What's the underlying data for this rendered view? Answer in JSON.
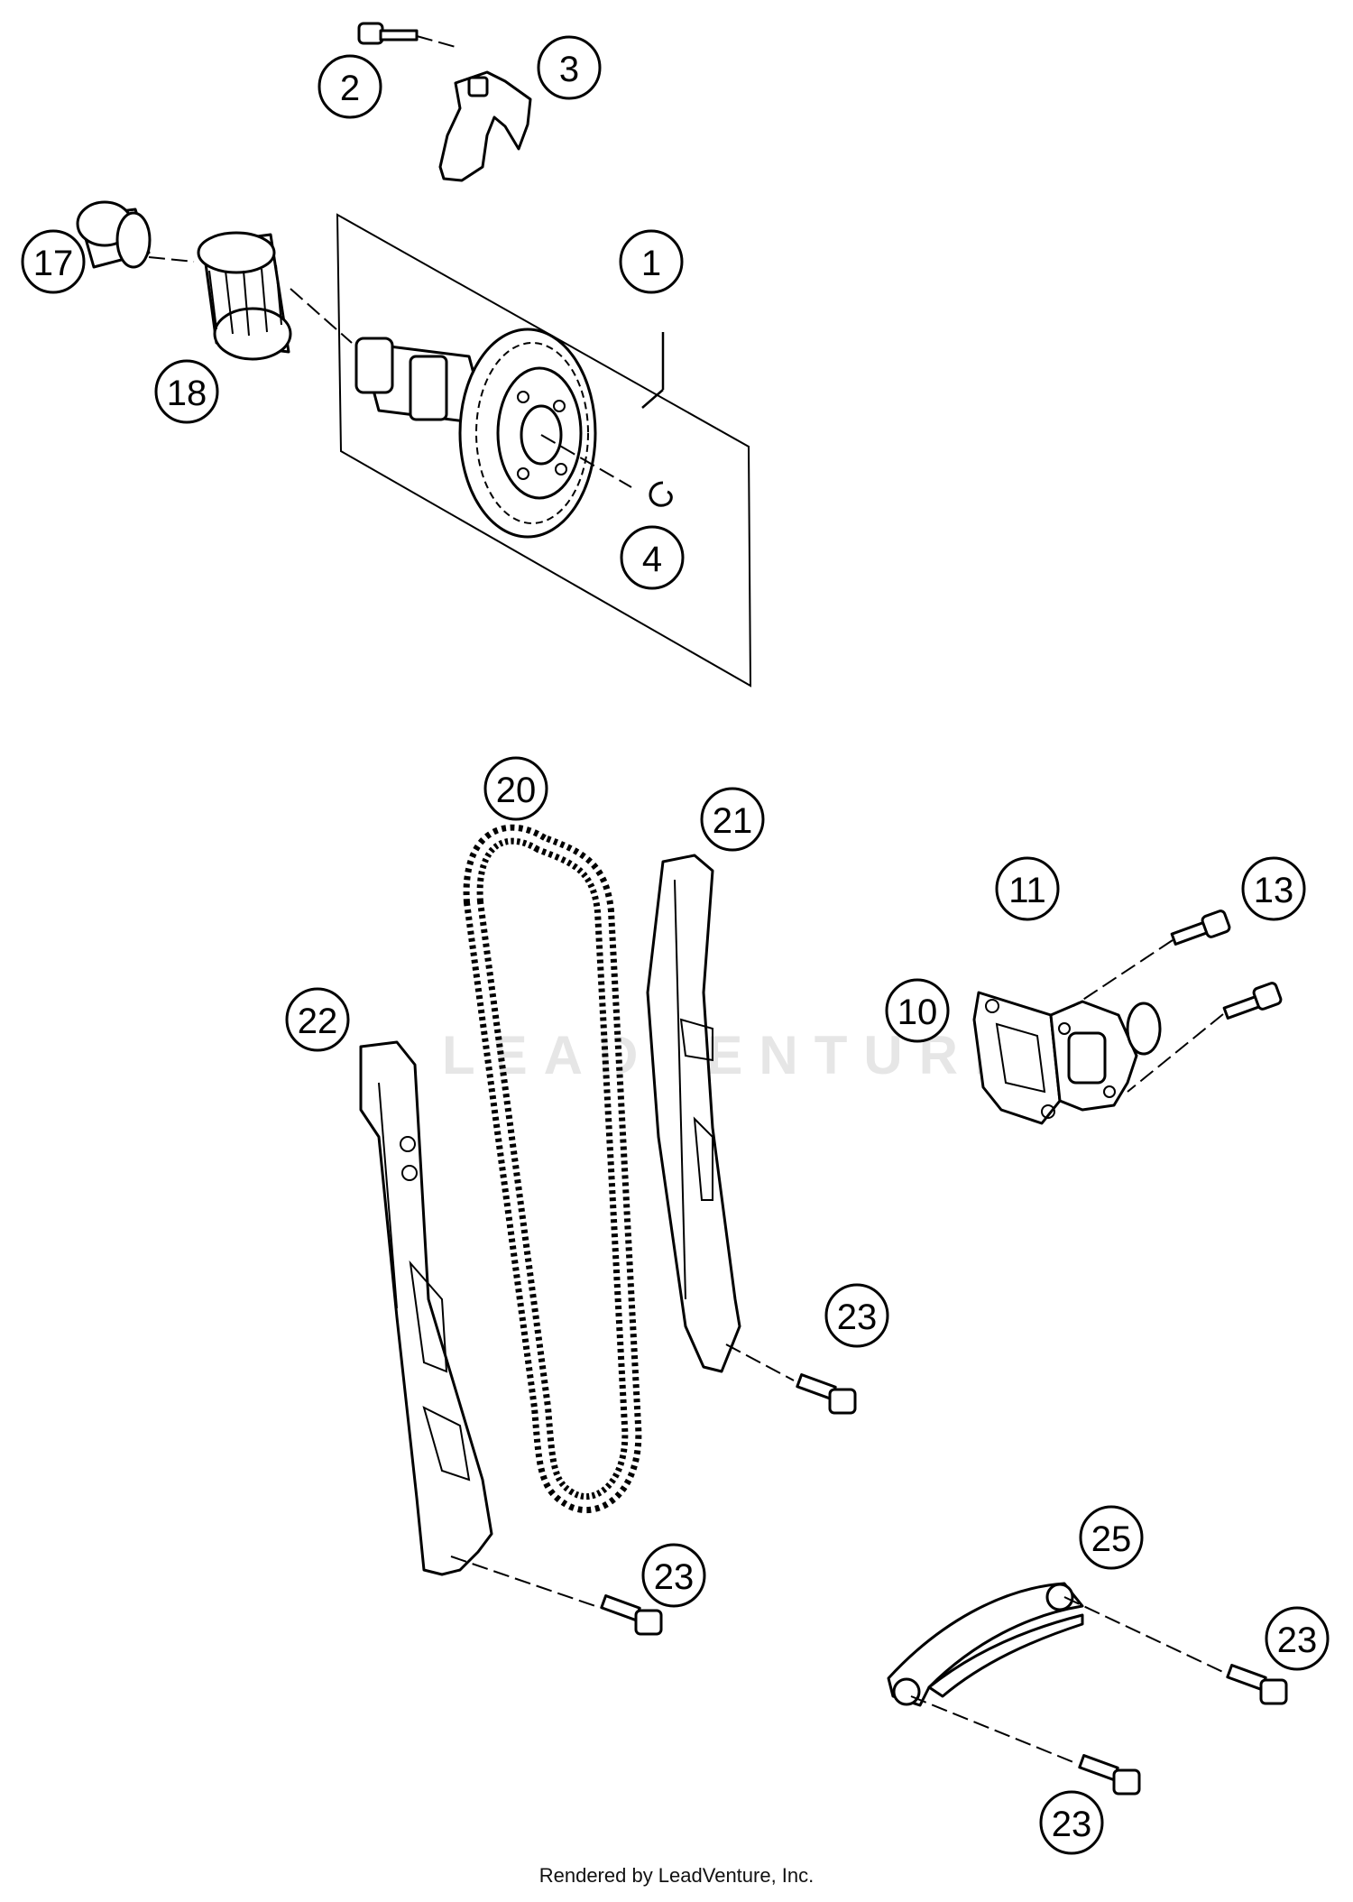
{
  "diagram": {
    "watermark": "LEADVENTURE",
    "footer": "Rendered by LeadVenture, Inc.",
    "callouts": [
      "2",
      "3",
      "17",
      "1",
      "18",
      "4",
      "20",
      "21",
      "11",
      "13",
      "10",
      "22",
      "23",
      "23",
      "25",
      "23",
      "23"
    ]
  }
}
